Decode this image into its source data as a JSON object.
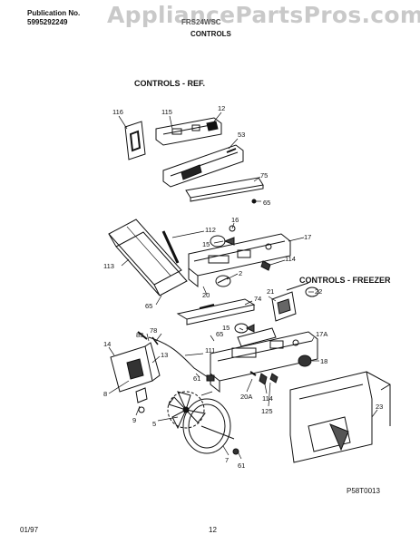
{
  "header": {
    "publication_label": "Publication No.",
    "publication_number": "5995292249",
    "model": "FRS24WSC",
    "section": "CONTROLS",
    "watermark": "AppliancePartsPros.com"
  },
  "diagram": {
    "title_ref": "CONTROLS - REF.",
    "title_freezer": "CONTROLS - FREEZER",
    "drawing_code": "P58T0013",
    "callouts": [
      "116",
      "115",
      "12",
      "53",
      "75",
      "65",
      "16",
      "112",
      "15",
      "17",
      "113",
      "114",
      "2",
      "65",
      "20",
      "22",
      "21",
      "74",
      "78",
      "83",
      "15",
      "65",
      "17A",
      "14",
      "13",
      "111",
      "18",
      "61",
      "8",
      "9",
      "5",
      "20A",
      "114",
      "125",
      "7",
      "61",
      "23"
    ]
  },
  "footer": {
    "date": "01/97",
    "page": "12"
  }
}
